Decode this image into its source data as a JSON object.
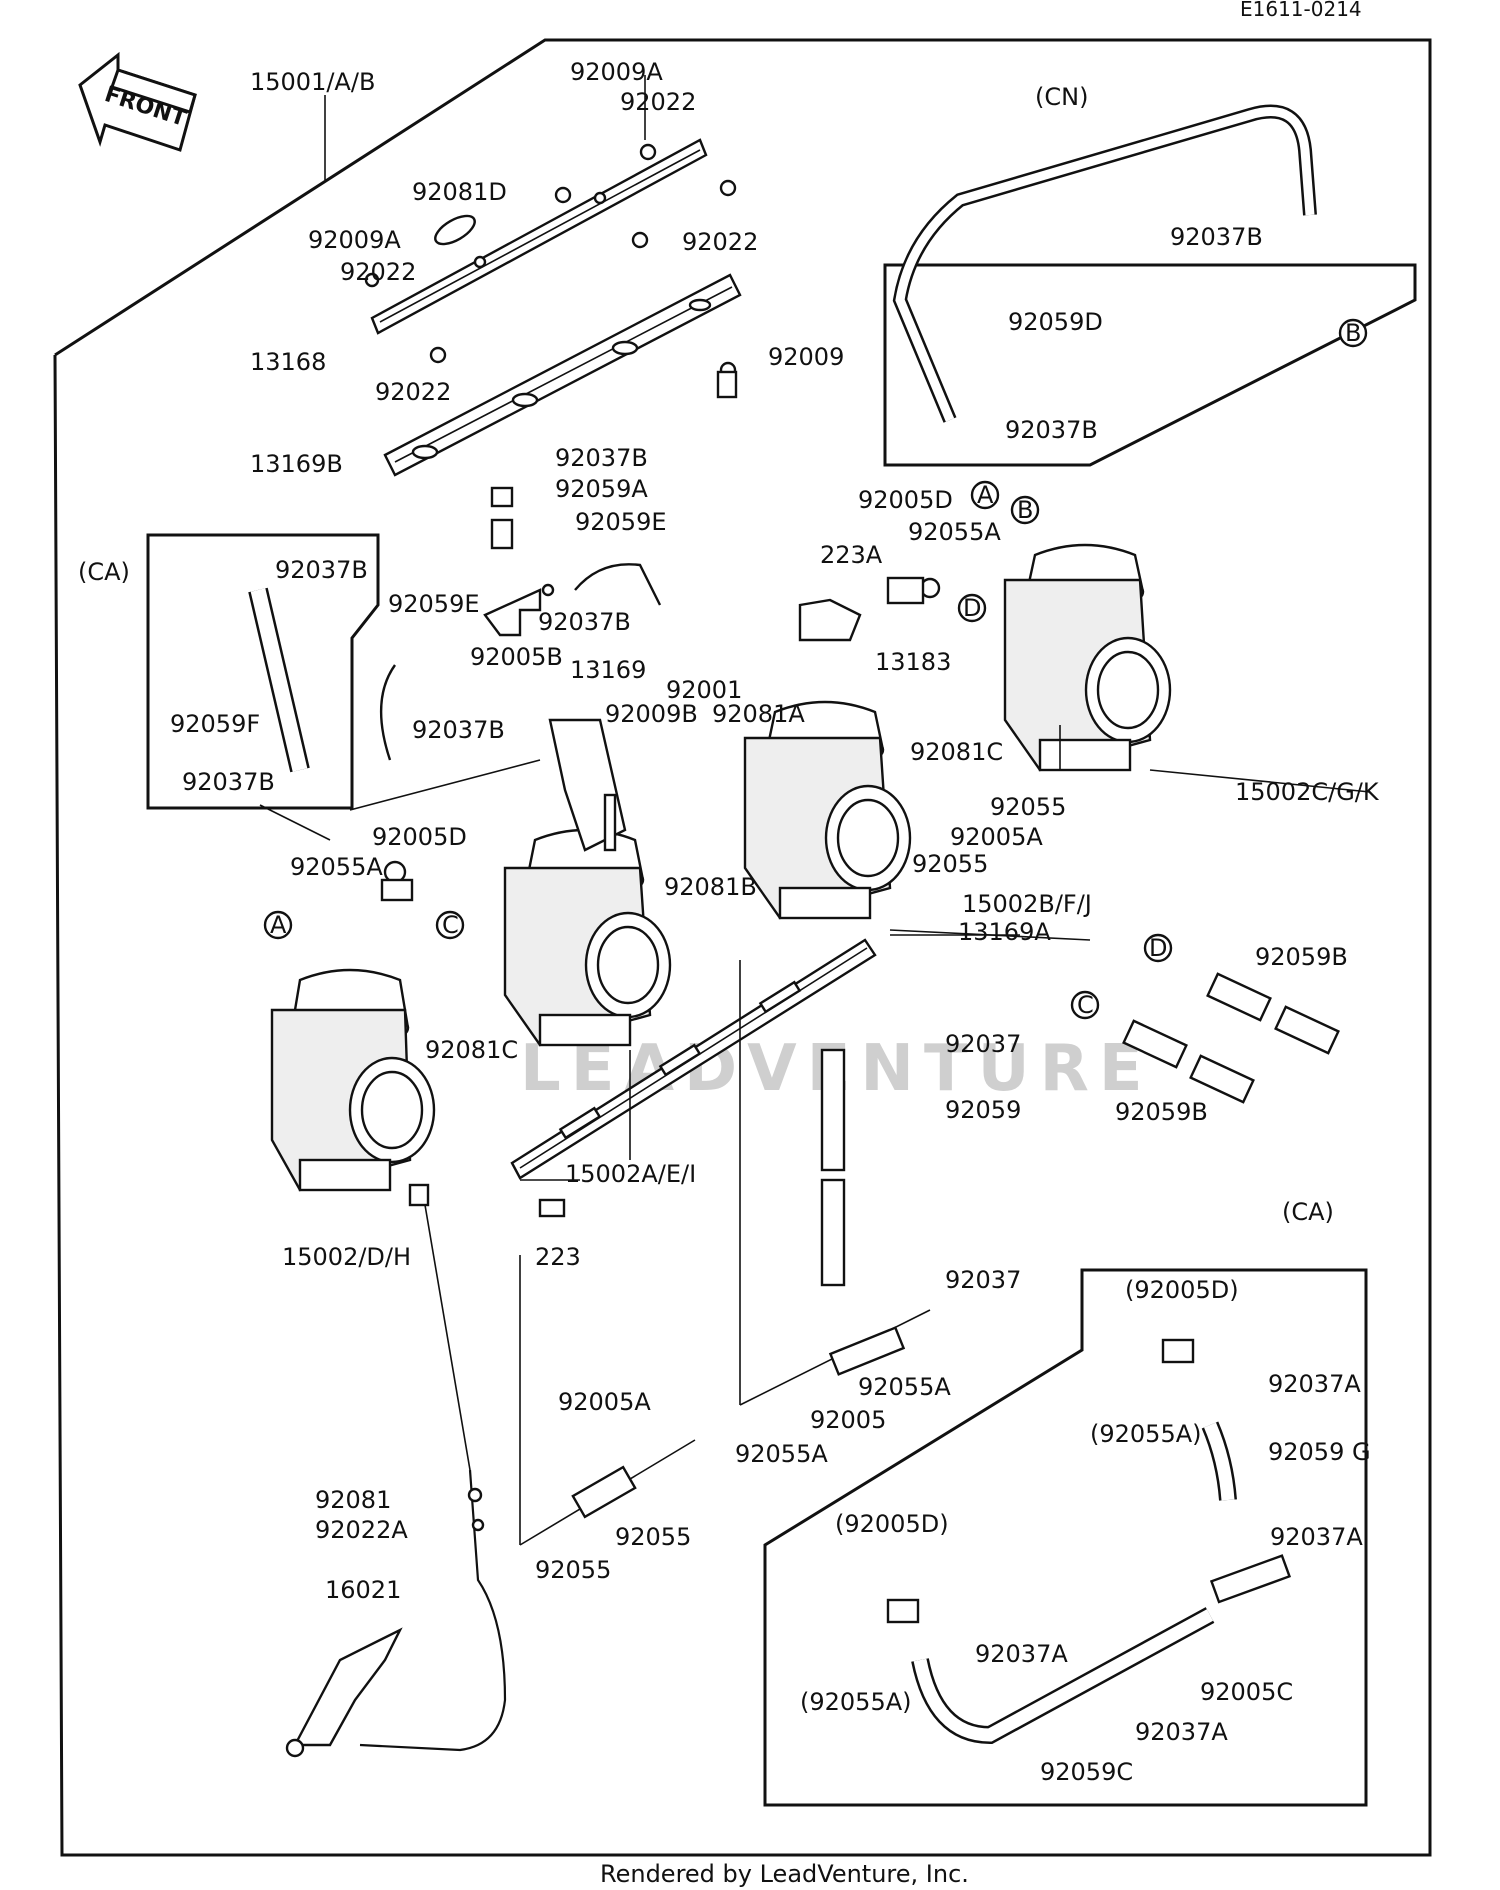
{
  "header": {
    "code": "E1611-0214"
  },
  "front_badge": {
    "label": "FRONT"
  },
  "watermark": {
    "text": "LEADVENTURE"
  },
  "footer": {
    "text": "Rendered by LeadVenture, Inc."
  },
  "callouts": [
    "A",
    "B",
    "C",
    "D"
  ],
  "parts": {
    "p15001AB": "15001/A/B",
    "p92009A_1": "92009A",
    "p92022_1": "92022",
    "p92081D": "92081D",
    "p92022_2": "92022",
    "p92009A_2": "92009A",
    "p92022_3": "92022",
    "p13168": "13168",
    "p92022_4": "92022",
    "p92009": "92009",
    "p13169B": "13169B",
    "p92037B_1": "92037B",
    "p92059A": "92059A",
    "p92059E_1": "92059E",
    "p92059E_2": "92059E",
    "p92037B_2": "92037B",
    "p92005B": "92005B",
    "p13169": "13169",
    "p92001": "92001",
    "p92009B": "92009B",
    "p92081A": "92081A",
    "p92037B_3": "92037B",
    "p92005D_1": "92005D",
    "p92055A_1": "92055A",
    "p92081B": "92081B",
    "p92081C_1": "92081C",
    "p15002DH": "15002/D/H",
    "p15002AEI": "15002A/E/I",
    "p223_1": "223",
    "p13169A": "13169A",
    "p15002BFJ": "15002B/F/J",
    "p92055_1": "92055",
    "p92005A_1": "92005A",
    "p92055_2": "92055",
    "p92081C_2": "92081C",
    "p15002CGK": "15002C/G/K",
    "p13183": "13183",
    "p223A": "223A",
    "p92005D_2": "92005D",
    "p92055A_2": "92055A",
    "pCN": "(CN)",
    "p92037B_4": "92037B",
    "p92059D": "92059D",
    "p92037B_5": "92037B",
    "pCA_1": "(CA)",
    "p92037B_6": "92037B",
    "p92059F": "92059F",
    "p92037B_7": "92037B",
    "p92059B_1": "92059B",
    "p92059B_2": "92059B",
    "p92037_1": "92037",
    "p92059": "92059",
    "p92037_2": "92037",
    "p92055A_3": "92055A",
    "p92005": "92005",
    "p92055A_4": "92055A",
    "p92005A_2": "92005A",
    "p92055_3": "92055",
    "p92055_4": "92055",
    "p92081": "92081",
    "p92022A": "92022A",
    "p16021": "16021",
    "pCA_2": "(CA)",
    "p92005D_3": "(92005D)",
    "p92037A_1": "92037A",
    "p92055A_5": "(92055A)",
    "p92059G": "92059 G",
    "p92037A_2": "92037A",
    "p92005D_4": "(92005D)",
    "p92037A_3": "92037A",
    "p92055A_6": "(92055A)",
    "p92005C": "92005C",
    "p92037A_4": "92037A",
    "p92059C": "92059C"
  }
}
